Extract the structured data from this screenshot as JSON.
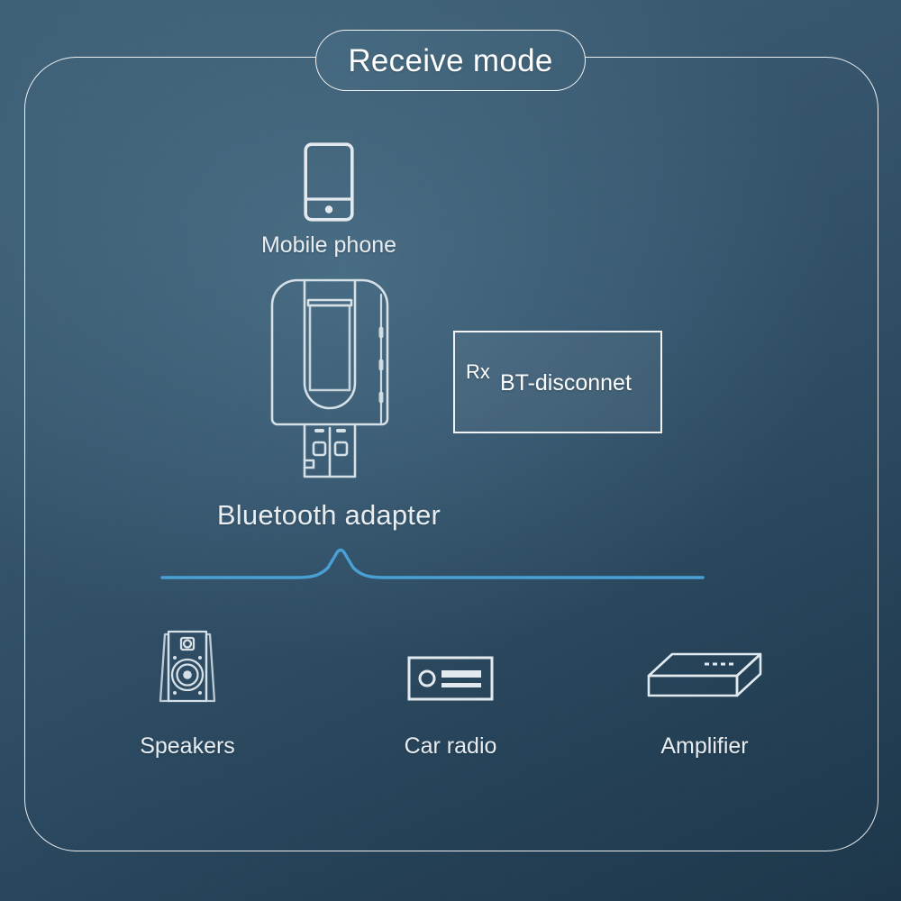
{
  "page": {
    "title": "Receive mode",
    "background_top_color": "#3e6076",
    "background_bottom_color": "#1d364a",
    "outline_color": "#ffffff"
  },
  "title_pill": {
    "label": "Receive mode"
  },
  "source_node": {
    "label": "Mobile phone",
    "icon": "mobile-phone-icon"
  },
  "adapter_node": {
    "label": "Bluetooth adapter",
    "icon": "usb-bluetooth-adapter-icon"
  },
  "display_panel": {
    "mode_label": "Rx",
    "status_label": "BT-disconnet",
    "border_color": "#ffffff"
  },
  "connector": {
    "color": "#4a9fd4",
    "shape": "line-with-center-peak"
  },
  "output_nodes": [
    {
      "label": "Speakers",
      "icon": "speakers-icon"
    },
    {
      "label": "Car radio",
      "icon": "car-radio-icon"
    },
    {
      "label": "Amplifier",
      "icon": "amplifier-icon"
    }
  ]
}
